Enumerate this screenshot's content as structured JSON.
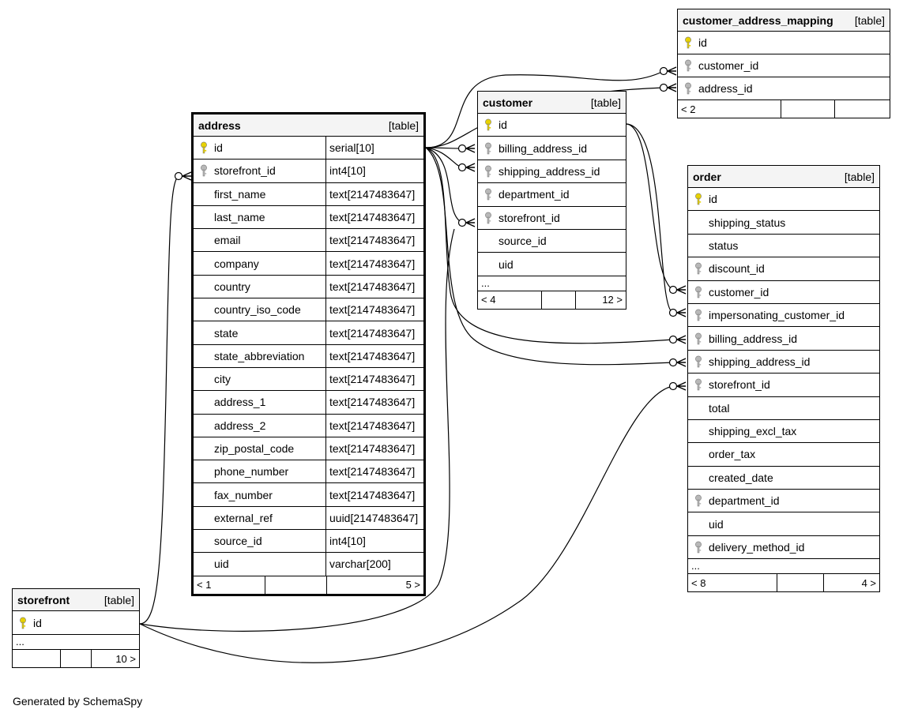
{
  "footer_text": "Generated by SchemaSpy",
  "key_colors": {
    "primary": "#e8d200",
    "foreign": "#b8b8b8"
  },
  "tables": {
    "customer_address_mapping": {
      "name": "customer_address_mapping",
      "type": "[table]",
      "columns": [
        {
          "name": "id",
          "key": "primary"
        },
        {
          "name": "customer_id",
          "key": "foreign"
        },
        {
          "name": "address_id",
          "key": "foreign"
        }
      ],
      "footer": {
        "left": "< 2",
        "right": ""
      }
    },
    "customer": {
      "name": "customer",
      "type": "[table]",
      "columns": [
        {
          "name": "id",
          "key": "primary"
        },
        {
          "name": "billing_address_id",
          "key": "foreign"
        },
        {
          "name": "shipping_address_id",
          "key": "foreign"
        },
        {
          "name": "department_id",
          "key": "foreign"
        },
        {
          "name": "storefront_id",
          "key": "foreign"
        },
        {
          "name": "source_id",
          "key": ""
        },
        {
          "name": "uid",
          "key": ""
        }
      ],
      "ellipsis": "...",
      "footer": {
        "left": "< 4",
        "right": "12 >"
      }
    },
    "address": {
      "name": "address",
      "type": "[table]",
      "columns": [
        {
          "name": "id",
          "key": "primary",
          "type": "serial[10]"
        },
        {
          "name": "storefront_id",
          "key": "foreign",
          "type": "int4[10]"
        },
        {
          "name": "first_name",
          "key": "",
          "type": "text[2147483647]"
        },
        {
          "name": "last_name",
          "key": "",
          "type": "text[2147483647]"
        },
        {
          "name": "email",
          "key": "",
          "type": "text[2147483647]"
        },
        {
          "name": "company",
          "key": "",
          "type": "text[2147483647]"
        },
        {
          "name": "country",
          "key": "",
          "type": "text[2147483647]"
        },
        {
          "name": "country_iso_code",
          "key": "",
          "type": "text[2147483647]"
        },
        {
          "name": "state",
          "key": "",
          "type": "text[2147483647]"
        },
        {
          "name": "state_abbreviation",
          "key": "",
          "type": "text[2147483647]"
        },
        {
          "name": "city",
          "key": "",
          "type": "text[2147483647]"
        },
        {
          "name": "address_1",
          "key": "",
          "type": "text[2147483647]"
        },
        {
          "name": "address_2",
          "key": "",
          "type": "text[2147483647]"
        },
        {
          "name": "zip_postal_code",
          "key": "",
          "type": "text[2147483647]"
        },
        {
          "name": "phone_number",
          "key": "",
          "type": "text[2147483647]"
        },
        {
          "name": "fax_number",
          "key": "",
          "type": "text[2147483647]"
        },
        {
          "name": "external_ref",
          "key": "",
          "type": "uuid[2147483647]"
        },
        {
          "name": "source_id",
          "key": "",
          "type": "int4[10]"
        },
        {
          "name": "uid",
          "key": "",
          "type": "varchar[200]"
        }
      ],
      "footer": {
        "left": "< 1",
        "right": "5 >"
      }
    },
    "order": {
      "name": "order",
      "type": "[table]",
      "columns": [
        {
          "name": "id",
          "key": "primary"
        },
        {
          "name": "shipping_status",
          "key": ""
        },
        {
          "name": "status",
          "key": ""
        },
        {
          "name": "discount_id",
          "key": "foreign"
        },
        {
          "name": "customer_id",
          "key": "foreign"
        },
        {
          "name": "impersonating_customer_id",
          "key": "foreign"
        },
        {
          "name": "billing_address_id",
          "key": "foreign"
        },
        {
          "name": "shipping_address_id",
          "key": "foreign"
        },
        {
          "name": "storefront_id",
          "key": "foreign"
        },
        {
          "name": "total",
          "key": ""
        },
        {
          "name": "shipping_excl_tax",
          "key": ""
        },
        {
          "name": "order_tax",
          "key": ""
        },
        {
          "name": "created_date",
          "key": ""
        },
        {
          "name": "department_id",
          "key": "foreign"
        },
        {
          "name": "uid",
          "key": ""
        },
        {
          "name": "delivery_method_id",
          "key": "foreign"
        }
      ],
      "ellipsis": "...",
      "footer": {
        "left": "< 8",
        "right": "4 >"
      }
    },
    "storefront": {
      "name": "storefront",
      "type": "[table]",
      "columns": [
        {
          "name": "id",
          "key": "primary"
        }
      ],
      "ellipsis": "...",
      "footer": {
        "left": "",
        "right": "10 >"
      }
    }
  }
}
